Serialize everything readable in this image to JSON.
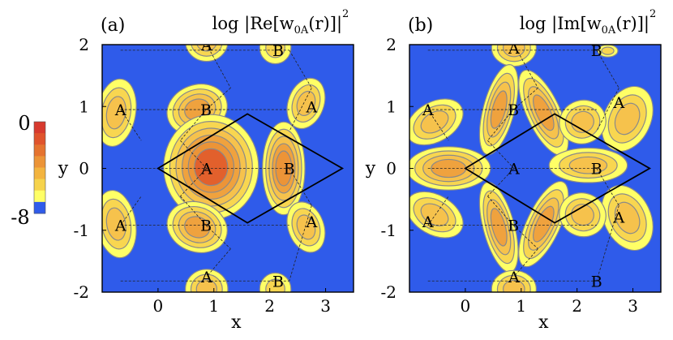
{
  "colorbar": {
    "max_label": "0",
    "min_label": "-8",
    "colors": [
      "#d73a2e",
      "#e0532c",
      "#e5732f",
      "#ec9437",
      "#f3b43f",
      "#f6d34c",
      "#ffff66",
      "#2f5bea"
    ]
  },
  "colors": {
    "background": "#2f5bea",
    "fill_light": "#ffff66",
    "fill_mid": "#f6c24c",
    "fill_warm": "#ec9437",
    "fill_hot": "#d73a2e",
    "contour": "#8a8a8a"
  },
  "chart_data": [
    {
      "type": "heatmap",
      "panel_label": "(a)",
      "title_prefix": "log",
      "title_op": "Re",
      "title_func": "w",
      "title_sub": "0A",
      "title_arg": "(r)",
      "title_power": "2",
      "xlabel": "x",
      "ylabel": "y",
      "xlim": [
        -1.0,
        3.5
      ],
      "ylim": [
        -2.0,
        2.0
      ],
      "xticks": [
        "0",
        "1",
        "2",
        "3"
      ],
      "yticks": [
        "2",
        "1",
        "0",
        "-1",
        "-2"
      ],
      "site_labels": [
        {
          "text": "A",
          "x": 0.87,
          "y": 2.0
        },
        {
          "text": "B",
          "x": 2.15,
          "y": 1.91
        },
        {
          "text": "A",
          "x": -0.67,
          "y": 0.95
        },
        {
          "text": "B",
          "x": 0.86,
          "y": 0.95
        },
        {
          "text": "A",
          "x": 2.75,
          "y": 1.0
        },
        {
          "text": "A",
          "x": 0.87,
          "y": 0.0
        },
        {
          "text": "B",
          "x": 2.35,
          "y": 0.0
        },
        {
          "text": "A",
          "x": -0.67,
          "y": -0.92
        },
        {
          "text": "B",
          "x": 0.86,
          "y": -0.92
        },
        {
          "text": "A",
          "x": 2.75,
          "y": -0.86
        },
        {
          "text": "A",
          "x": 0.87,
          "y": -1.75
        },
        {
          "text": "B",
          "x": 2.15,
          "y": -1.82
        }
      ]
    },
    {
      "type": "heatmap",
      "panel_label": "(b)",
      "title_prefix": "log",
      "title_op": "Im",
      "title_func": "w",
      "title_sub": "0A",
      "title_arg": "(r)",
      "title_power": "2",
      "xlabel": "x",
      "ylabel": "y",
      "xlim": [
        -1.0,
        3.5
      ],
      "ylim": [
        -2.0,
        2.0
      ],
      "xticks": [
        "0",
        "1",
        "2",
        "3"
      ],
      "yticks": [
        "2",
        "1",
        "0",
        "-1",
        "-2"
      ],
      "site_labels": [
        {
          "text": "A",
          "x": 0.87,
          "y": 1.95
        },
        {
          "text": "B",
          "x": 2.35,
          "y": 1.91
        },
        {
          "text": "A",
          "x": -0.67,
          "y": 0.95
        },
        {
          "text": "B",
          "x": 0.86,
          "y": 0.95
        },
        {
          "text": "A",
          "x": 2.75,
          "y": 1.07
        },
        {
          "text": "A",
          "x": 0.87,
          "y": 0.0
        },
        {
          "text": "B",
          "x": 2.35,
          "y": 0.0
        },
        {
          "text": "A",
          "x": -0.67,
          "y": -0.86
        },
        {
          "text": "B",
          "x": 0.86,
          "y": -0.92
        },
        {
          "text": "A",
          "x": 2.75,
          "y": -0.79
        },
        {
          "text": "A",
          "x": 0.87,
          "y": -1.75
        },
        {
          "text": "B",
          "x": 2.35,
          "y": -1.82
        }
      ]
    }
  ]
}
